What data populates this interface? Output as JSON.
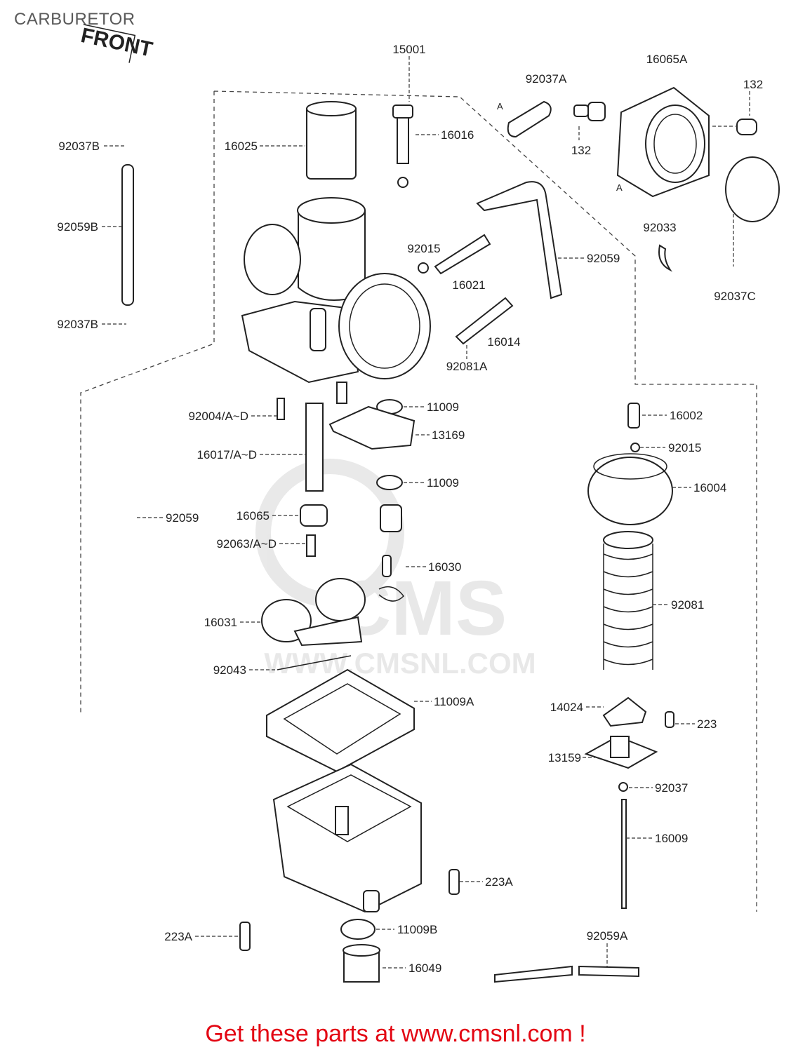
{
  "header": {
    "title": "CARBURETOR",
    "front_label": "FRONT"
  },
  "callouts": [
    {
      "id": "15001",
      "label": "15001"
    },
    {
      "id": "16025",
      "label": "16025"
    },
    {
      "id": "16016",
      "label": "16016"
    },
    {
      "id": "92037A",
      "label": "92037A"
    },
    {
      "id": "16065A",
      "label": "16065A"
    },
    {
      "id": "132-a",
      "label": "132"
    },
    {
      "id": "132-b",
      "label": "132"
    },
    {
      "id": "92037B-top",
      "label": "92037B"
    },
    {
      "id": "92059B",
      "label": "92059B"
    },
    {
      "id": "92037B-bottom",
      "label": "92037B"
    },
    {
      "id": "92015-a",
      "label": "92015"
    },
    {
      "id": "16021",
      "label": "16021"
    },
    {
      "id": "92059-a",
      "label": "92059"
    },
    {
      "id": "92033",
      "label": "92033"
    },
    {
      "id": "92037C",
      "label": "92037C"
    },
    {
      "id": "16014",
      "label": "16014"
    },
    {
      "id": "92081A",
      "label": "92081A"
    },
    {
      "id": "11009-a",
      "label": "11009"
    },
    {
      "id": "92004",
      "label": "92004/A~D"
    },
    {
      "id": "13169",
      "label": "13169"
    },
    {
      "id": "16017",
      "label": "16017/A~D"
    },
    {
      "id": "11009-b",
      "label": "11009"
    },
    {
      "id": "16002",
      "label": "16002"
    },
    {
      "id": "92015-b",
      "label": "92015"
    },
    {
      "id": "16004",
      "label": "16004"
    },
    {
      "id": "92059-b",
      "label": "92059"
    },
    {
      "id": "16065",
      "label": "16065"
    },
    {
      "id": "92063",
      "label": "92063/A~D"
    },
    {
      "id": "16030",
      "label": "16030"
    },
    {
      "id": "92081",
      "label": "92081"
    },
    {
      "id": "16031",
      "label": "16031"
    },
    {
      "id": "92043",
      "label": "92043"
    },
    {
      "id": "11009A",
      "label": "11009A"
    },
    {
      "id": "14024",
      "label": "14024"
    },
    {
      "id": "223",
      "label": "223"
    },
    {
      "id": "13159",
      "label": "13159"
    },
    {
      "id": "92037",
      "label": "92037"
    },
    {
      "id": "16009",
      "label": "16009"
    },
    {
      "id": "223A-a",
      "label": "223A"
    },
    {
      "id": "223A-b",
      "label": "223A"
    },
    {
      "id": "11009B",
      "label": "11009B"
    },
    {
      "id": "92059A",
      "label": "92059A"
    },
    {
      "id": "16049",
      "label": "16049"
    }
  ],
  "markers": {
    "a": "A"
  },
  "watermark": {
    "brand": "CMS",
    "url": "WWW.CMSNL.COM"
  },
  "footer": {
    "link_text": "Get these parts at www.cmsnl.com !",
    "link_color": "#e30613"
  }
}
